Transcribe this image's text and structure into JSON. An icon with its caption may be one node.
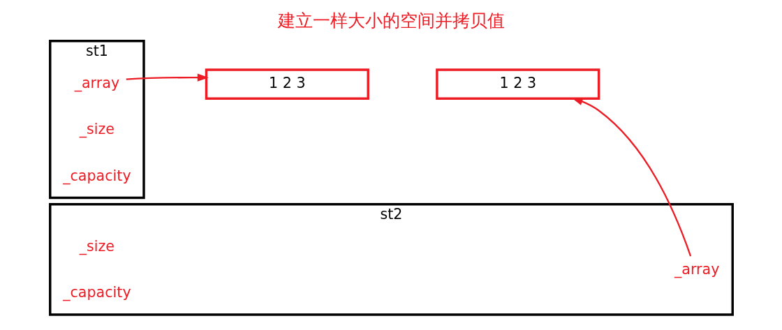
{
  "diagram": {
    "title": "建立一样大小的空间并拷贝值",
    "nodes": [
      {
        "text": [
          "st1"
        ]
      },
      {
        "text": [
          "_array"
        ],
        "in": 0
      },
      {
        "text": [
          "_size"
        ],
        "in": 0
      },
      {
        "text": [
          "_capacity"
        ],
        "in": 0
      },
      {
        "text": [
          "1 2 3"
        ]
      },
      {
        "text": [
          "1 2 3"
        ]
      },
      {
        "text": [
          "st2"
        ]
      },
      {
        "text": [
          "_array"
        ],
        "in": 6
      },
      {
        "text": [
          "_size"
        ],
        "in": 6
      },
      {
        "text": [
          "_capacity"
        ],
        "in": 6
      }
    ],
    "edges": [
      {
        "from": 1,
        "to": 4,
        "arrow": "to",
        "color": "#ed1c24"
      },
      {
        "from": 7,
        "to": 5,
        "arrow": "to",
        "color": "#ed1c24"
      }
    ]
  }
}
